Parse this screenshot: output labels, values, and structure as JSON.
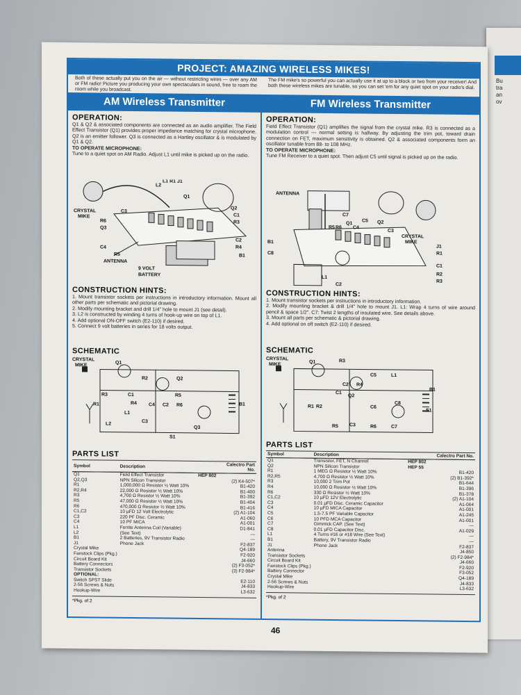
{
  "banner": "PROJECT: AMAZING WIRELESS MIKES!",
  "intro_left": "Both of these actually put you on the air — without restricting wires — over any AM or FM radio! Picture you producing your own spectaculars in sound, free to roam the room while you broadcast.",
  "intro_right": "The FM mike's so powerful you can actually use it at up to a block or two from your receiver! And both these wireless mikes are tunable, so you can set 'em for any quiet spot on your radio's dial.",
  "colors": {
    "accent": "#1f6fb5"
  },
  "am": {
    "title": "AM Wireless Transmitter",
    "operation_heading": "OPERATION:",
    "operation": "Q1 & Q2 & associated components are connected as an audio amplifier. The Field Effect Transistor (Q1) provides proper impedance matching for crystal microphone. Q2 is an emitter follower. Q3 is connected as a Hartley oscillator & is modulated by Q1 & Q2.",
    "operate_heading": "TO OPERATE MICROPHONE:",
    "operate": "Tune to a quiet spot on AM Radio. Adjust L1 until mike is picked up on the radio.",
    "pictorial_labels": [
      "CRYSTAL",
      "MIKE",
      "L2",
      "L1 R1 J1",
      "Q1",
      "Q2",
      "C1",
      "R3",
      "R6",
      "Q3",
      "C3",
      "C4",
      "R5",
      "ANTENNA",
      "C2",
      "R4",
      "B1",
      "9 VOLT",
      "BATTERY"
    ],
    "hints_heading": "CONSTRUCTION HINTS:",
    "hints": [
      "1. Mount transistor sockets per instructions in introductory information. Mount all other parts per schematic and pictorial drawing.",
      "2. Modify mounting bracket and drill 1/4\" hole to mount J1 (see detail).",
      "3. L2 is constructed by winding 4 turns of hook-up wire on top of L1.",
      "4. Add optional ON-OFF switch (E2-110) if desired.",
      "5. Connect 9 volt batteries in series for 18 volts output."
    ],
    "schematic_heading": "SCHEMATIC",
    "schematic_labels": [
      "CRYSTAL",
      "MIKE",
      "Q1",
      "R2",
      "Q2",
      "R5",
      "R3",
      "C1",
      "R4",
      "R1",
      "C4",
      "C2",
      "R6",
      "B1",
      "L1",
      "L2",
      "C3",
      "Q3",
      "S1"
    ],
    "parts_heading": "PARTS LIST",
    "parts_columns": [
      "Symbol",
      "Description",
      "Calectro Part No."
    ],
    "parts": [
      [
        "Q1",
        "Field Effect Transistor",
        "HEP 802",
        ""
      ],
      [
        "Q2,Q3",
        "NPN Silicon Transistor",
        "",
        "(2) K4-507*"
      ],
      [
        "R1",
        "1,000,000 Ω Resistor ½ Watt 10%",
        "",
        "B1-420"
      ],
      [
        "R2,R4",
        "22,000 Ω Resistor ½ Watt 10%",
        "",
        "B1-400"
      ],
      [
        "R3",
        "4,700 Ω Resistor ½ Watt 10%",
        "",
        "B1-392"
      ],
      [
        "R5",
        "47,000 Ω Resistor ½ Watt 10%",
        "",
        "B1-404"
      ],
      [
        "R6",
        "470,000 Ω Resistor ½ Watt 10%",
        "",
        "B1-416"
      ],
      [
        "C1,C2",
        "10 µFD 12 Volt Electrolytic",
        "",
        "(2) A1-104"
      ],
      [
        "C3",
        "220 PF Disc. Ceramic",
        "",
        "A1-060"
      ],
      [
        "C4",
        "10 PF MICA",
        "",
        "A1-001"
      ],
      [
        "L1",
        "Ferrite Antenna Coil (Variable)",
        "",
        "D1-841"
      ],
      [
        "L2",
        "(See Text)",
        "",
        "—"
      ],
      [
        "B1",
        "2 Batteries, 9V Transistor Radio",
        "",
        "—"
      ],
      [
        "J1",
        "Phone Jack",
        "",
        "F2-837"
      ],
      [
        "Crystal Mike",
        "",
        "",
        "Q4-189"
      ],
      [
        "Fanstock Clips (Pkg.)",
        "",
        "",
        "F2-920"
      ],
      [
        "Circuit Board Kit",
        "",
        "",
        "J4-660"
      ],
      [
        "Battery Connectors",
        "",
        "",
        "(2) F3-052*"
      ],
      [
        "Transistor Sockets",
        "",
        "",
        "(3) F2-984*"
      ],
      [
        "OPTIONAL:",
        "",
        "",
        ""
      ],
      [
        "Switch SPST Slide",
        "",
        "",
        "E2-110"
      ],
      [
        "2-56 Screws & Nuts",
        "",
        "",
        "J4-833"
      ],
      [
        "Hookup-Wire",
        "",
        "",
        "L3-632"
      ]
    ],
    "footnote": "*Pkg. of 2"
  },
  "fm": {
    "title": "FM Wireless Transmitter",
    "operation_heading": "OPERATION:",
    "operation": "Field Effect Transistor (Q1) amplifies the signal from the crystal mike. R3 is connected as a modulation control — normal setting is halfway. By adjusting the trim pot, toward drain connection on FET, maximum sensitivity is obtained. Q2 & associated components form an oscillator tunable from 88- to 108 MHz.",
    "operate_heading": "TO OPERATE MICROPHONE:",
    "operate": "Tune FM Receiver to a quiet spot. Then adjust C5 until signal is picked up on the radio.",
    "pictorial_labels": [
      "ANTENNA",
      "C7",
      "B1",
      "C8",
      "Q2",
      "Q1",
      "R5",
      "R6",
      "C4",
      "C3",
      "CRYSTAL",
      "MIKE",
      "J1",
      "R1",
      "C1",
      "R2",
      "R3",
      "L1",
      "C2",
      "C5"
    ],
    "hints_heading": "CONSTRUCTION HINTS:",
    "hints": [
      "1. Mount transistor sockets per instructions in introductory information.",
      "2. Modify mounting bracket & drill 1/4\" hole to mount J1. L1: Wrap 4 turns of wire around pencil & space 1/2\". C7: Twist 2 lengths of insulated wire. See details above.",
      "3. Mount all parts per schematic & pictorial drawing.",
      "4. Add optional on off switch (E2-110) if desired."
    ],
    "schematic_heading": "SCHEMATIC",
    "schematic_labels": [
      "CRYSTAL",
      "MIKE",
      "Q1",
      "R3",
      "C5",
      "L1",
      "C2",
      "R4",
      "C1",
      "R1",
      "R2",
      "C3",
      "Q2",
      "C6",
      "C8",
      "B1",
      "S1",
      "R5",
      "R6",
      "C7"
    ],
    "parts_heading": "PARTS LIST",
    "parts_columns": [
      "Symbol",
      "Description",
      "Calectro Part No."
    ],
    "parts": [
      [
        "Q1",
        "Transistor, FET, N Channel",
        "HEP 802",
        ""
      ],
      [
        "Q2",
        "NPN Silicon Transistor",
        "HEP 55",
        ""
      ],
      [
        "R1",
        "1 MEG Ω Resistor ½ Watt 10%",
        "",
        "B1-420"
      ],
      [
        "R2,R5",
        "4,700 Ω Resistor ½ Watt 10%",
        "",
        "(2) B1-392*"
      ],
      [
        "R3",
        "10,000 2 Trim Pot",
        "",
        "B1-644"
      ],
      [
        "R4",
        "10,000 Ω Resistor ½ Watt 10%",
        "",
        "B1-396"
      ],
      [
        "R6",
        "330 Ω Resistor ½ Watt 10%",
        "",
        "B1-378"
      ],
      [
        "C1,C2",
        "10 µFD 12V Electrolytic",
        "",
        "(2) A1-104"
      ],
      [
        "C3",
        "0.01 µFD Disc. Ceramic Capacitor",
        "",
        "A1-064"
      ],
      [
        "C4",
        "10 µFD MICA Capacitor",
        "",
        "A1-001"
      ],
      [
        "C5",
        "1.5-7.5 PF Variable Capacitor",
        "",
        "A1-245"
      ],
      [
        "C6",
        "10 PFD MCA Capacitor",
        "",
        "A1-001"
      ],
      [
        "C7",
        "Gimmick CAP. (See Text)",
        "",
        "—"
      ],
      [
        "C8",
        "0.01 µFD Capacitor Disc.",
        "",
        "A1-029"
      ],
      [
        "L1",
        "4 Turns #16 or #18 Wire (See Text)",
        "",
        "—"
      ],
      [
        "B1",
        "Battery, 9V Transistor Radio",
        "",
        "—"
      ],
      [
        "J1",
        "Phone Jack",
        "",
        "F2-837"
      ],
      [
        "Antenna",
        "",
        "",
        "J4-850"
      ],
      [
        "Transistor Sockets",
        "",
        "",
        "(2) F2-984*"
      ],
      [
        "Circuit Board Kit",
        "",
        "",
        "J4-660"
      ],
      [
        "Fanstock Clips (Pkg.)",
        "",
        "",
        "F2-920"
      ],
      [
        "Battery Connector",
        "",
        "",
        "F3-052"
      ],
      [
        "Crystal Mike",
        "",
        "",
        "Q4-189"
      ],
      [
        "2-56 Screws & Nuts",
        "",
        "",
        "J4-833"
      ],
      [
        "Hookup-Wire",
        "",
        "",
        "L3-632"
      ]
    ],
    "footnote": "*Pkg. of 2"
  },
  "page_number": "46",
  "next_page_fragments": [
    "Bu",
    "tra",
    "an",
    "ov"
  ]
}
